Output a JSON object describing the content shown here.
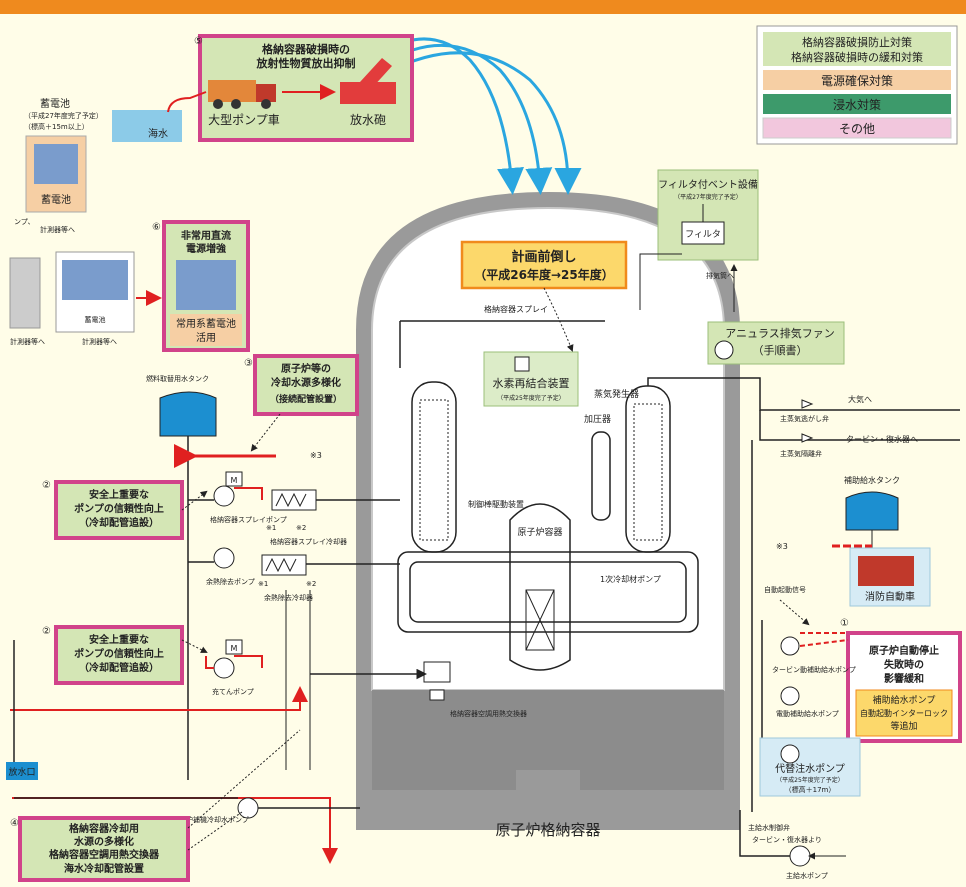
{
  "legend": {
    "items": [
      {
        "lines": [
          "格納容器破損防止対策",
          "格納容器破損時の緩和対策"
        ],
        "color": "#d4e6b5"
      },
      {
        "lines": [
          "電源確保対策"
        ],
        "color": "#f6cfa4"
      },
      {
        "lines": [
          "浸水対策"
        ],
        "color": "#3d9a6b"
      },
      {
        "lines": [
          "その他"
        ],
        "color": "#f2c7dd"
      }
    ]
  },
  "boxes": {
    "b5": {
      "num": "⑤",
      "lines": [
        "格納容器破損時の",
        "放射性物質放出抑制"
      ],
      "pump_truck": "大型ポンプ車",
      "cannon": "放水砲",
      "sea": "海水"
    },
    "b6": {
      "num": "⑥",
      "lines": [
        "非常用直流",
        "電源増強"
      ],
      "bottom": [
        "常用系蓄電池",
        "活用"
      ]
    },
    "b3": {
      "num": "③",
      "lines": [
        "原子炉等の",
        "冷却水源多様化",
        "（接続配管設置）"
      ]
    },
    "b2a": {
      "num": "②",
      "lines": [
        "安全上重要な",
        "ポンプの信頼性向上",
        "（冷却配管追設）"
      ]
    },
    "b2b": {
      "num": "②",
      "lines": [
        "安全上重要な",
        "ポンプの信頼性向上",
        "（冷却配管追設）"
      ]
    },
    "b4": {
      "num": "④",
      "lines": [
        "格納容器冷却用",
        "水源の多様化",
        "格納容器空調用熱交換器",
        "海水冷却配管設置"
      ]
    },
    "b1": {
      "num": "①",
      "lines": [
        "原子炉自動停止",
        "失敗時の",
        "影響緩和"
      ],
      "sub": [
        "補助給水ポンプ",
        "自動起動インターロック",
        "等追加"
      ]
    },
    "plan": {
      "lines": [
        "計画前倒し",
        "（平成26年度→25年度）"
      ]
    }
  },
  "labels": {
    "battery_title": "蓄電池",
    "battery_note1": "（平成27年度完了予定）",
    "battery_note2": "（標高＋15m以上）",
    "battery": "蓄電池",
    "to_instruments": "計測器等へ",
    "battery2": "蓄電池",
    "to_instruments2": "計測器等へ",
    "pump_frag": "ンプ、",
    "instr_frag": "計測器等へ",
    "filter_vent": "フィルタ付ベント設備",
    "filter_vent_note": "（平成27年度完了予定）",
    "filter": "フィルタ",
    "exhaust_stack": "排気筒へ",
    "annulus_fan": "アニュラス排気ファン",
    "annulus_fan_note": "（手順書）",
    "spray": "格納容器スプレイ",
    "h2_recomb": "水素再結合装置",
    "h2_recomb_note": "（平成25年度完了予定）",
    "sg": "蒸気発生器",
    "pressurizer": "加圧器",
    "crdm": "制御棒駆動装置",
    "rpv": "原子炉容器",
    "primary_pump": "1次冷却材ポンプ",
    "refuel_tank": "燃料取替用水タンク",
    "cv_spray_pump": "格納容器スプレイポンプ",
    "cv_spray_cooler": "格納容器スプレイ冷却器",
    "rhr_pump": "余熱除去ポンプ",
    "rhr_cooler": "余熱除去冷却器",
    "charging_pump": "充てんポンプ",
    "ac_hx": "格納容器空調用熱交換器",
    "ccw_pump": "原子炉補機冷却水ポンプ",
    "outlet": "放水口",
    "cv_name": "原子炉格納容器",
    "to_atm": "大気へ",
    "relief_valve": "主蒸気逃がし弁",
    "to_turbine": "タービン・復水器へ",
    "isolation_valve": "主蒸気隔離弁",
    "aux_fw_tank": "補助給水タンク",
    "fire_truck": "消防自動車",
    "auto_start": "自動起動信号",
    "turbine_afw": "タービン動補助給水ポンプ",
    "motor_afw": "電動補助給水ポンプ",
    "alt_pump": "代替注水ポンプ",
    "alt_pump_note1": "（平成25年度完了予定）",
    "alt_pump_note2": "（標高＋17m）",
    "fw_ctrl_valve": "主給水制御弁",
    "from_turbine": "タービン・復水器より",
    "main_fw_pump": "主給水ポンプ",
    "mark3": "※3",
    "mark1": "※1",
    "mark2": "※2",
    "motor": "M"
  }
}
